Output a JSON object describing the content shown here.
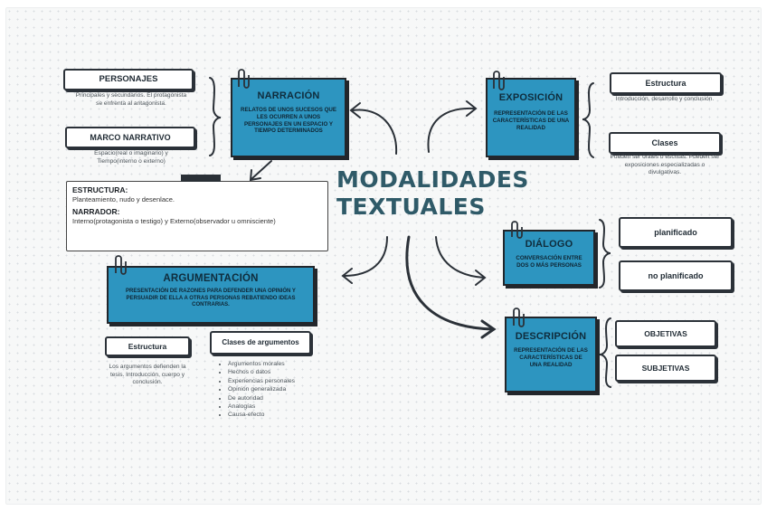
{
  "title": {
    "line1": "MODALIDADES",
    "line2": "TEXTUALES"
  },
  "narracion": {
    "title": "NARRACIÓN",
    "desc": "RELATOS DE UNOS SUCESOS QUE LES OCURREN A UNOS PERSONAJES EN UN ESPACIO Y TIEMPO DETERMINADOS",
    "personajes": {
      "label": "PERSONAJES",
      "text": "Principales y secundarios. El protagonista se enfrenta al antagonista."
    },
    "marco": {
      "label": "MARCO NARRATIVO",
      "text": "Espacio(real o imaginario) y Tiempo(interno o externo)"
    },
    "estructura_label": "ESTRUCTURA:",
    "estructura_text": "Planteamiento, nudo y desenlace.",
    "narrador_label": "NARRADOR:",
    "narrador_text": "Interno(protagonista o testigo) y Externo(observador u omnisciente)"
  },
  "exposicion": {
    "title": "EXPOSICIÓN",
    "desc": "REPRESENTACIÓN DE LAS CARACTERÍSTICAS DE UNA REALIDAD",
    "estructura": {
      "label": "Estructura",
      "text": "Introducción, desarrollo y conclusión."
    },
    "clases": {
      "label": "Clases",
      "text": "Pueden ser orales o escritas. Pueden ser exposiciones especializadas o divulgativas."
    }
  },
  "dialogo": {
    "title": "DIÁLOGO",
    "desc": "CONVERSACIÓN ENTRE DOS O MÁS PERSONAS",
    "types": [
      "planificado",
      "no planificado"
    ]
  },
  "descripcion": {
    "title": "DESCRIPCIÓN",
    "desc": "REPRESENTACIÓN DE LAS CARACTERÍSTICAS DE UNA REALIDAD",
    "types": [
      "OBJETIVAS",
      "SUBJETIVAS"
    ]
  },
  "argumentacion": {
    "title": "ARGUMENTACIÓN",
    "desc": "PRESENTACIÓN DE RAZONES PARA DEFENDER UNA OPINIÓN Y PERSUADIR DE ELLA A OTRAS PERSONAS REBATIENDO IDEAS CONTRARIAS.",
    "estructura": {
      "label": "Estructura",
      "text": "Los argumentos defienden la tesis. Introducción, cuerpo y conclusión."
    },
    "clases": {
      "label": "Clases de argumentos",
      "items": [
        "Argumentos morales",
        "Hechos o datos",
        "Experiencias personales",
        "Opinión generalizada",
        "De autoridad",
        "Analogías",
        "Causa-efecto"
      ]
    }
  },
  "colors": {
    "accent": "#2d95c0",
    "ink": "#22262b",
    "title": "#2f5a68"
  },
  "icons": [
    "paperclip-icon",
    "arrow-icon",
    "brace-icon"
  ]
}
